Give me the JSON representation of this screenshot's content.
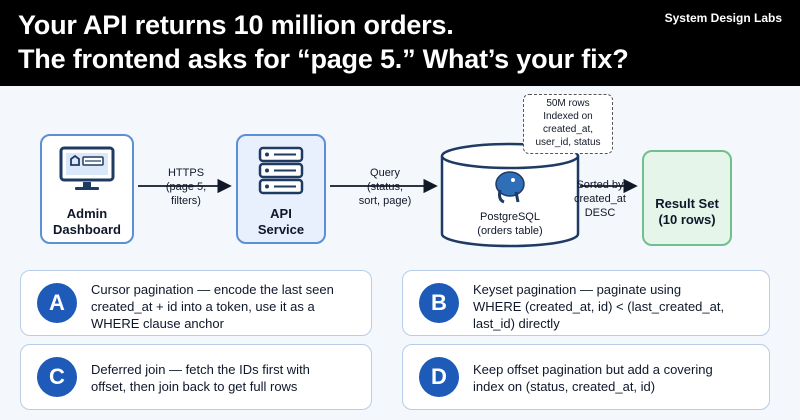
{
  "header": {
    "headline_lines": [
      "Your API returns 10 million orders.",
      "The frontend asks for “page 5.” What’s your fix?"
    ],
    "brand": "System Design Labs"
  },
  "diagram": {
    "nodes": {
      "admin": {
        "label_lines": [
          "Admin",
          "Dashboard"
        ],
        "icon": "monitor-icon"
      },
      "api": {
        "label_lines": [
          "API",
          "Service"
        ],
        "icon": "server-stack-icon"
      },
      "db": {
        "label_lines": [
          "PostgreSQL",
          "(orders table)"
        ],
        "icon": "postgres-elephant-icon"
      },
      "result": {
        "label_lines": [
          "Result Set",
          "(10 rows)"
        ],
        "icon": "table-grid-icon"
      }
    },
    "edges": {
      "admin_to_api": [
        "HTTPS",
        "(page 5,",
        "filters)"
      ],
      "api_to_db": [
        "Query",
        "(status,",
        "sort, page)"
      ],
      "db_to_result": [
        "Sorted by",
        "created_at",
        "DESC"
      ]
    },
    "callout_lines": [
      "50M rows",
      "Indexed on",
      "created_at,",
      "user_id, status"
    ],
    "colors": {
      "api_fill": "#e8f0fd",
      "result_fill": "#e5f5ea",
      "accent_blue": "#1e5bb8"
    }
  },
  "options": [
    {
      "letter": "A",
      "lines": [
        "Cursor pagination — encode the last seen",
        "created_at + id into a token, use it as a",
        "WHERE clause anchor"
      ]
    },
    {
      "letter": "B",
      "lines": [
        "Keyset pagination — paginate using",
        "WHERE (created_at, id) < (last_created_at,",
        "last_id) directly"
      ]
    },
    {
      "letter": "C",
      "lines": [
        "Deferred join — fetch the IDs first with",
        "offset, then join back to get full rows"
      ]
    },
    {
      "letter": "D",
      "lines": [
        "Keep offset pagination but add a covering",
        "index on (status, created_at, id)"
      ]
    }
  ]
}
